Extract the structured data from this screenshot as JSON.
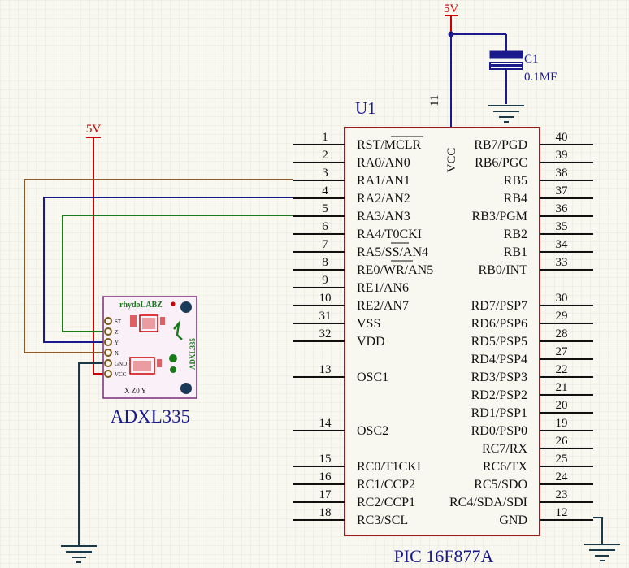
{
  "ic": {
    "designator": "U1",
    "part_name": "PIC 16F877A",
    "vcc_label": "VCC",
    "top_pin_number": "11",
    "left_pins": [
      {
        "num": "1",
        "label": "RST/MCLR"
      },
      {
        "num": "2",
        "label": "RA0/AN0"
      },
      {
        "num": "3",
        "label": "RA1/AN1"
      },
      {
        "num": "4",
        "label": "RA2/AN2"
      },
      {
        "num": "5",
        "label": "RA3/AN3"
      },
      {
        "num": "6",
        "label": "RA4/T0CKI"
      },
      {
        "num": "7",
        "label": "RA5/SS/AN4"
      },
      {
        "num": "8",
        "label": "RE0/WR/AN5"
      },
      {
        "num": "9",
        "label": "RE1/AN6"
      },
      {
        "num": "10",
        "label": "RE2/AN7"
      },
      {
        "num": "31",
        "label": "VSS"
      },
      {
        "num": "32",
        "label": "VDD"
      },
      {
        "num": "13",
        "label": "OSC1"
      },
      {
        "num": "14",
        "label": "OSC2"
      },
      {
        "num": "15",
        "label": "RC0/T1CKI"
      },
      {
        "num": "16",
        "label": "RC1/CCP2"
      },
      {
        "num": "17",
        "label": "RC2/CCP1"
      },
      {
        "num": "18",
        "label": "RC3/SCL"
      }
    ],
    "right_pins": [
      {
        "num": "40",
        "label": "RB7/PGD"
      },
      {
        "num": "39",
        "label": "RB6/PGC"
      },
      {
        "num": "38",
        "label": "RB5"
      },
      {
        "num": "37",
        "label": "RB4"
      },
      {
        "num": "36",
        "label": "RB3/PGM"
      },
      {
        "num": "35",
        "label": "RB2"
      },
      {
        "num": "34",
        "label": "RB1"
      },
      {
        "num": "33",
        "label": "RB0/INT"
      },
      {
        "num": "30",
        "label": "RD7/PSP7"
      },
      {
        "num": "29",
        "label": "RD6/PSP6"
      },
      {
        "num": "28",
        "label": "RD5/PSP5"
      },
      {
        "num": "27",
        "label": "RD4/PSP4"
      },
      {
        "num": "22",
        "label": "RD3/PSP3"
      },
      {
        "num": "21",
        "label": "RD2/PSP2"
      },
      {
        "num": "20",
        "label": "RD1/PSP1"
      },
      {
        "num": "19",
        "label": "RD0/PSP0"
      },
      {
        "num": "26",
        "label": "RC7/RX"
      },
      {
        "num": "25",
        "label": "RC6/TX"
      },
      {
        "num": "24",
        "label": "RC5/SDO"
      },
      {
        "num": "23",
        "label": "RC4/SDA/SDI"
      },
      {
        "num": "12",
        "label": "GND"
      }
    ]
  },
  "power": {
    "top_label": "5V",
    "sensor_label": "5V"
  },
  "capacitor": {
    "designator": "C1",
    "value": "0.1MF"
  },
  "sensor": {
    "name": "ADXL335",
    "brand": "rhydoLABZ",
    "side_text": "ADXL335",
    "pins": [
      "ST",
      "Z",
      "Y",
      "X",
      "GND",
      "VCC"
    ],
    "axis_text": "X Z0 Y"
  },
  "colors": {
    "background": "#f8f8f0",
    "grid": "#e6e6dc",
    "ic_outline": "#9b1c1c",
    "designator": "#1a1a8c",
    "power_wire": "#cc0000",
    "wire_x": "#8b5a2b",
    "wire_y": "#1a1a8c",
    "wire_z": "#1a7a1a",
    "ground": "#1a3a4a",
    "capacitor": "#1a1a8c"
  }
}
